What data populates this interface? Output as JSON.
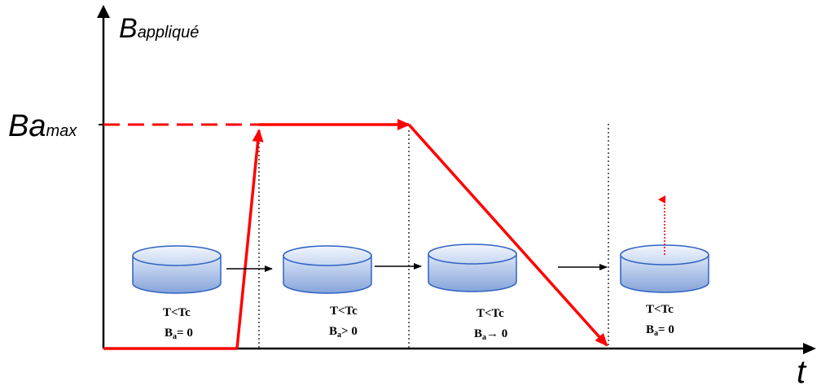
{
  "axes": {
    "y_label_main": "B",
    "y_label_sub": "appliqué",
    "x_label": "t",
    "tick_main": "Ba",
    "tick_sub": "max"
  },
  "stages": [
    {
      "line1": "T<Tc",
      "b_main": "B",
      "b_sub": "a",
      "b_rel": "= 0",
      "field_arrow": false
    },
    {
      "line1": "T<Tc",
      "b_main": "B",
      "b_sub": "a",
      "b_rel": "> 0",
      "field_arrow": false
    },
    {
      "line1": "T<Tc",
      "b_main": "B",
      "b_sub": "a",
      "b_rel": "→ 0",
      "field_arrow": false
    },
    {
      "line1": "T<Tc",
      "b_main": "B",
      "b_sub": "a",
      "b_rel": "= 0",
      "field_arrow": true
    }
  ],
  "colors": {
    "field_line": "#ff0000",
    "axis": "#000000",
    "disk_fill_top": "#e3ecf9",
    "disk_fill_bottom": "#8aa8dd",
    "disk_edge": "#2e62c4"
  }
}
